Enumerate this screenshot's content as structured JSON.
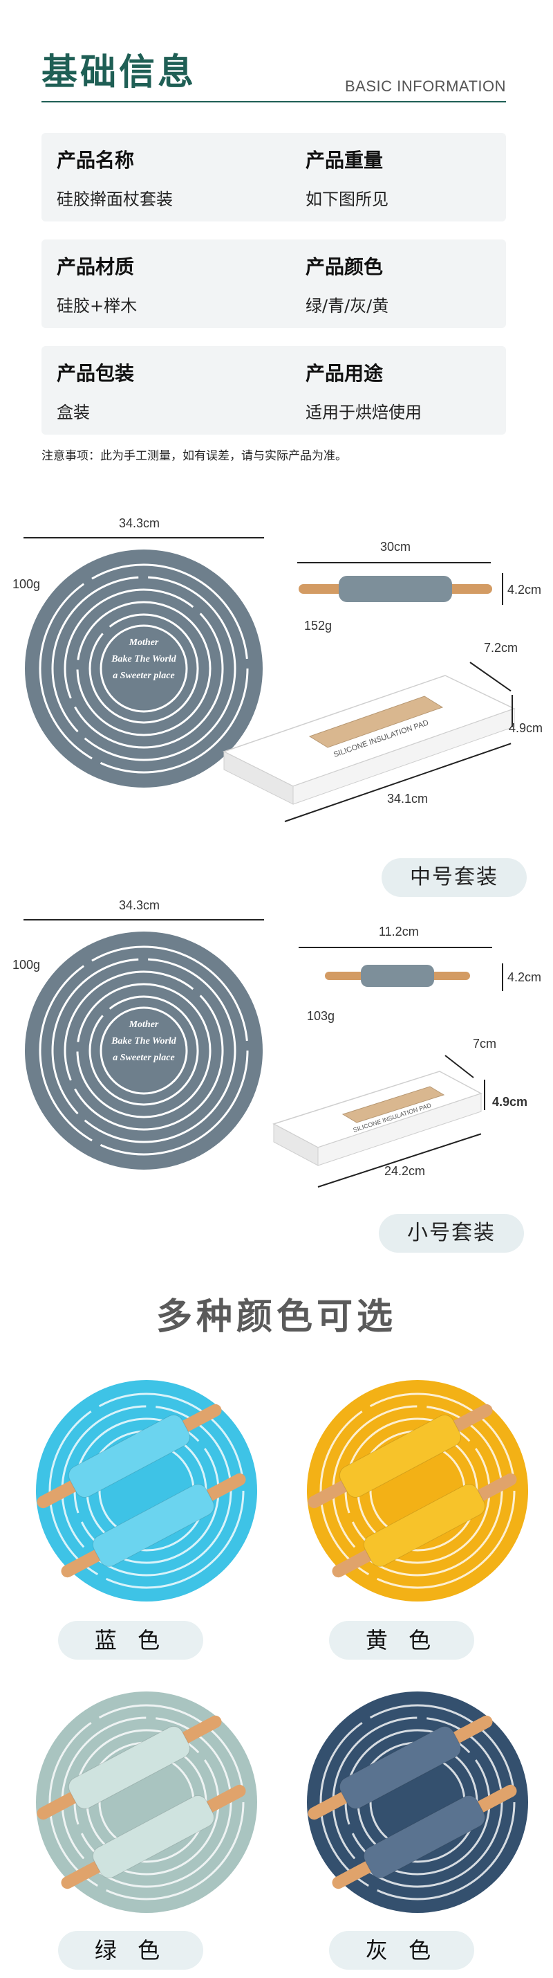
{
  "header": {
    "title": "基础信息",
    "subtitle": "BASIC INFORMATION"
  },
  "info": [
    {
      "left": {
        "label": "产品名称",
        "value": "硅胶擀面杖套装"
      },
      "right": {
        "label": "产品重量",
        "value": "如下图所见"
      }
    },
    {
      "left": {
        "label": "产品材质",
        "value": "硅胶+榉木"
      },
      "right": {
        "label": "产品颜色",
        "value": "绿/青/灰/黄"
      }
    },
    {
      "left": {
        "label": "产品包装",
        "value": "盒装"
      },
      "right": {
        "label": "产品用途",
        "value": "适用于烘焙使用"
      }
    }
  ],
  "note": "注意事项：此为手工测量，如有误差，请与实际产品为准。",
  "medium_set": {
    "mat_width": "34.3cm",
    "mat_weight": "100g",
    "pin_length": "30cm",
    "pin_height": "4.2cm",
    "pin_weight": "152g",
    "box_depth": "7.2cm",
    "box_height": "4.9cm",
    "box_length": "34.1cm",
    "box_print": "SILICONE INSULATION PAD",
    "label": "中号套装"
  },
  "small_set": {
    "mat_width": "34.3cm",
    "mat_weight": "100g",
    "pin_length": "11.2cm",
    "pin_height": "4.2cm",
    "pin_weight": "103g",
    "box_depth": "7cm",
    "box_height": "4.9cm",
    "box_length": "24.2cm",
    "box_print": "SILICONE INSULATION PAD",
    "label": "小号套装"
  },
  "mat_text": [
    "Mother",
    "Bake The World",
    "a Sweeter place"
  ],
  "colors_title": "多种颜色可选",
  "colors": [
    {
      "label": "蓝 色",
      "mat": "#3ec3e6",
      "pin": "#6bd4ef"
    },
    {
      "label": "黄 色",
      "mat": "#f3b116",
      "pin": "#f7c32a"
    },
    {
      "label": "绿 色",
      "mat": "#a9c4c0",
      "pin": "#cfe3df"
    },
    {
      "label": "灰 色",
      "mat": "#34506e",
      "pin": "#5a7390"
    }
  ]
}
